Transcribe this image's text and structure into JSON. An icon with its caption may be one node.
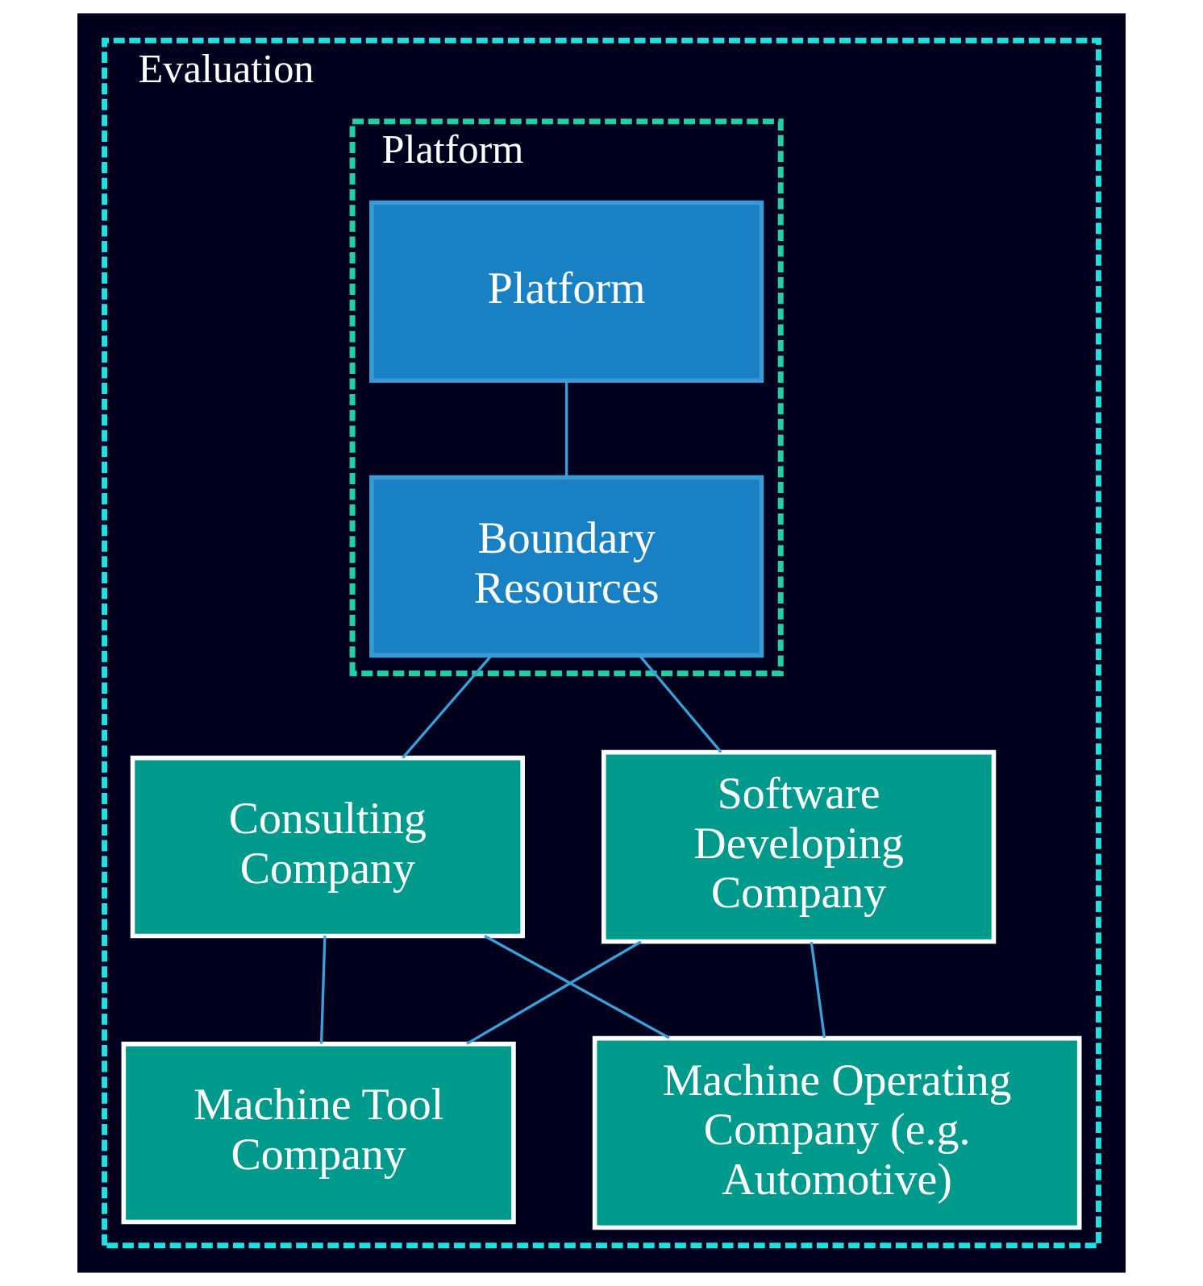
{
  "diagram": {
    "nodes": [
      {
        "text": [
          "Evaluation"
        ]
      },
      {
        "text": [
          "Platform"
        ],
        "in": 0
      },
      {
        "text": [
          "Platform"
        ],
        "in": 1
      },
      {
        "text": [
          "Boundary Resources"
        ],
        "in": 1
      },
      {
        "text": [
          "Consulting Company"
        ],
        "in": 0
      },
      {
        "text": [
          "Software Developing Company"
        ],
        "in": 0
      },
      {
        "text": [
          "Machine Tool Company"
        ],
        "in": 0
      },
      {
        "text": [
          "Machine Operating Company (e.g. Automotive)"
        ],
        "in": 0
      }
    ],
    "edges": [
      {
        "from": 2,
        "to": 3,
        "arrow": "none"
      },
      {
        "from": 3,
        "to": 4,
        "arrow": "none"
      },
      {
        "from": 3,
        "to": 5,
        "arrow": "none"
      },
      {
        "from": 4,
        "to": 6,
        "arrow": "none"
      },
      {
        "from": 4,
        "to": 7,
        "arrow": "none"
      },
      {
        "from": 5,
        "to": 6,
        "arrow": "none"
      },
      {
        "from": 5,
        "to": 7,
        "arrow": "none"
      }
    ]
  }
}
